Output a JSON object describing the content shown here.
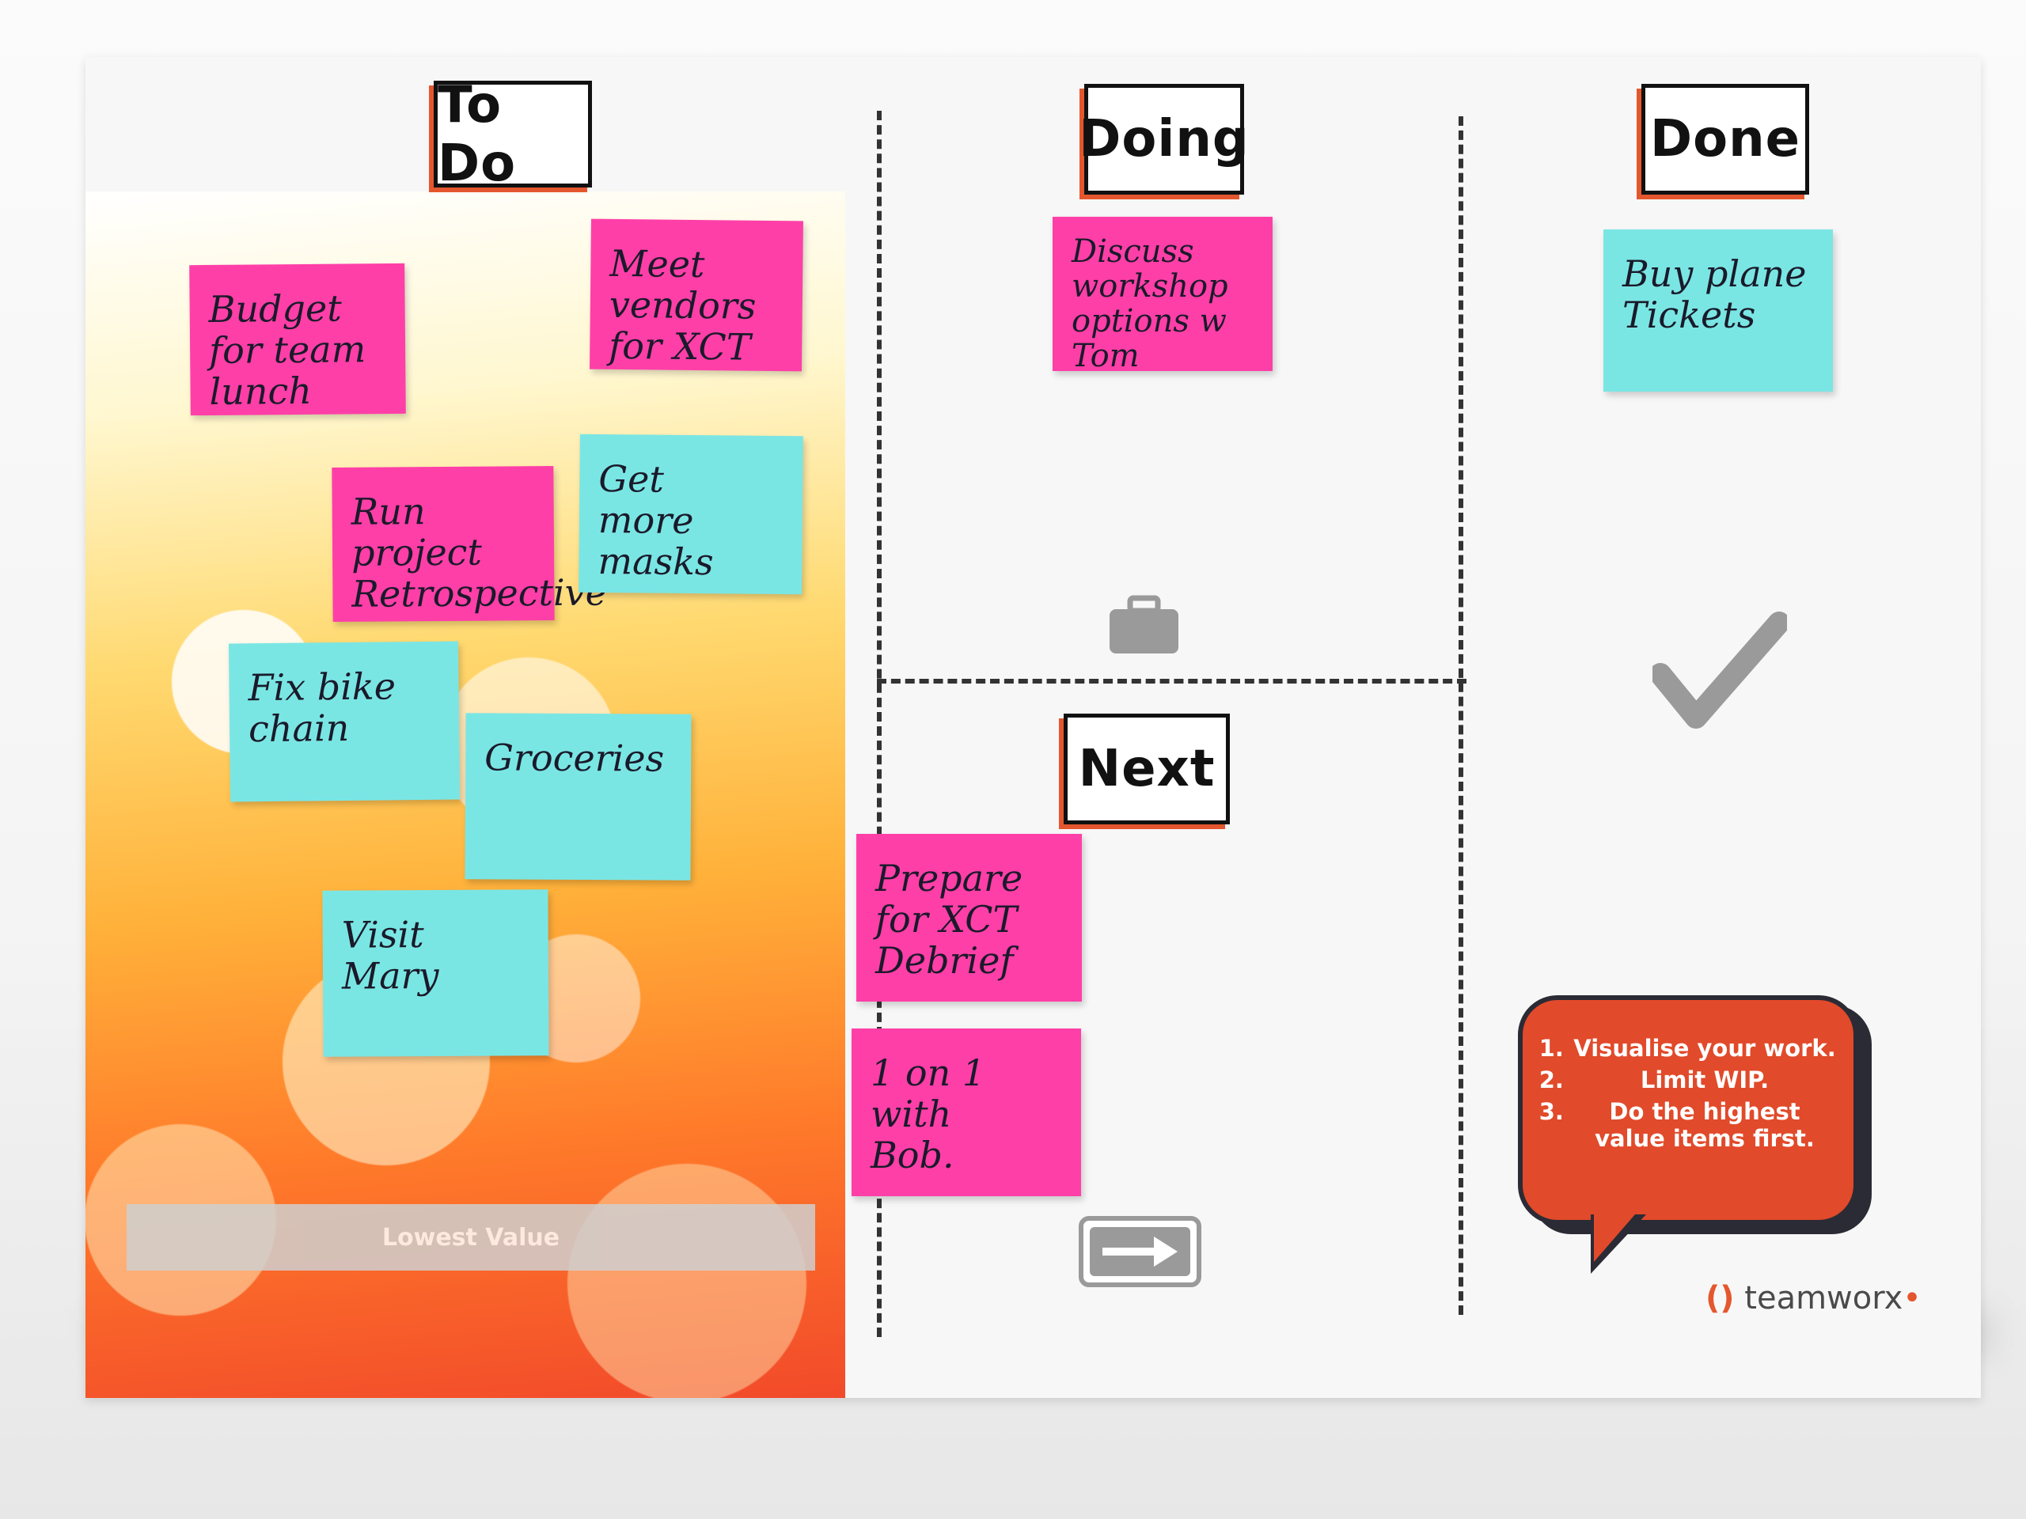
{
  "board": {
    "columns": {
      "todo": "To Do",
      "doing": "Doing",
      "done": "Done",
      "next": "Next"
    },
    "todo_notes": [
      {
        "text": "Budget\nfor team\nlunch",
        "color": "pink"
      },
      {
        "text": "Meet\nvendors\nfor XCT",
        "color": "pink"
      },
      {
        "text": "Run project\nRetrospective",
        "color": "pink"
      },
      {
        "text": "Get\nmore\nmasks",
        "color": "cyan"
      },
      {
        "text": "Fix bike\nchain",
        "color": "cyan"
      },
      {
        "text": "Groceries",
        "color": "cyan"
      },
      {
        "text": "Visit\nMary",
        "color": "cyan"
      }
    ],
    "doing_notes": [
      {
        "text": "Discuss\nworkshop\noptions w\nTom",
        "color": "pink"
      }
    ],
    "done_notes": [
      {
        "text": "Buy plane\nTickets",
        "color": "cyan"
      }
    ],
    "next_notes": [
      {
        "text": "Prepare\nfor XCT\nDebrief",
        "color": "pink"
      },
      {
        "text": "1 on 1 with\nBob.",
        "color": "pink"
      }
    ],
    "lowest_value_label": "Lowest Value",
    "rules": [
      "Visualise your work.",
      "Limit WIP.",
      "Do the highest value items first."
    ],
    "logo_text": "teamworx",
    "colors": {
      "pink": "#ff3fa8",
      "cyan": "#7ae6e4",
      "accent": "#e14a2a"
    },
    "icons": [
      "briefcase-icon",
      "checkmark-icon",
      "arrow-right-icon"
    ]
  }
}
